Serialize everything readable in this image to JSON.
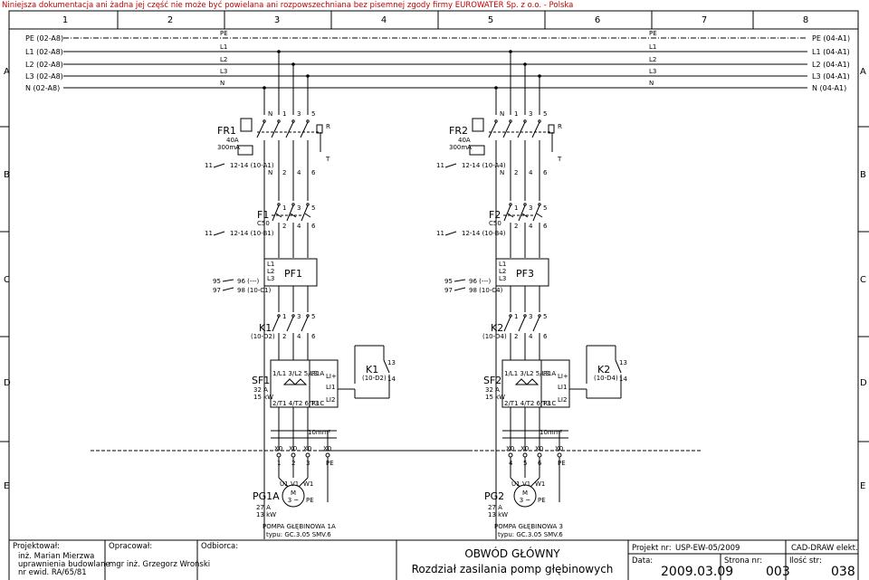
{
  "notice": "Niniejsza dokumentacja ani żadna jej część nie może być powielana ani rozpowszechniana bez pisemnej zgody firmy EUROWATER Sp. z o.o. - Polska",
  "grid": {
    "cols": [
      "1",
      "2",
      "3",
      "4",
      "5",
      "6",
      "7",
      "8"
    ],
    "rows": [
      "A",
      "B",
      "C",
      "D",
      "E"
    ]
  },
  "busbars": {
    "left_refs": [
      "PE (02-A8)",
      "L1 (02-A8)",
      "L2 (02-A8)",
      "L3 (02-A8)",
      "N (02-A8)"
    ],
    "right_refs": [
      "PE (04-A1)",
      "L1 (04-A1)",
      "L2 (04-A1)",
      "L3 (04-A1)",
      "N (04-A1)"
    ],
    "names": [
      "PE",
      "L1",
      "L2",
      "L3",
      "N"
    ]
  },
  "circuits": [
    {
      "rcd": {
        "name": "FR1",
        "rating": "40A",
        "sensitivity": "300mA",
        "aux": "12-14 (10-A1)",
        "aux_no": "11",
        "top_terms": [
          "N",
          "1",
          "3",
          "5"
        ],
        "bottom_terms": [
          "N",
          "2",
          "4",
          "6"
        ],
        "r": "R",
        "t": "T"
      },
      "mcb": {
        "name": "F1",
        "char": "C50",
        "aux": "12-14 (10-B1)",
        "aux_no": "11",
        "top_terms": [
          "1",
          "3",
          "5"
        ],
        "bottom_terms": [
          "2",
          "4",
          "6"
        ]
      },
      "relay": {
        "name": "PF1",
        "inputs": [
          "L1",
          "L2",
          "L3"
        ],
        "c95": "95",
        "c96": "96 (---)",
        "c97": "97",
        "c98": "98 (10-C1)"
      },
      "contactor": {
        "name": "K1",
        "ref": "(10-D2)",
        "top_terms": [
          "1",
          "3",
          "5"
        ],
        "bottom_terms": [
          "2",
          "4",
          "6"
        ]
      },
      "softstart": {
        "name": "SF1",
        "current": "32 A",
        "power": "15 kW",
        "top": "1/L1 3/L2 5/L3",
        "bottom": "2/T1 4/T2 6/T3",
        "r1a": "R1A",
        "r1c": "R1C",
        "li1": "LI1",
        "li2": "LI2",
        "li_plus": "LI+"
      },
      "coil": {
        "name": "K1",
        "ref": "(10-D2)",
        "t13": "13",
        "t14": "14"
      },
      "cable": "10mm²",
      "terminals": [
        {
          "x": "X0",
          "n": "1"
        },
        {
          "x": "X0",
          "n": "2"
        },
        {
          "x": "X0",
          "n": "3"
        },
        {
          "x": "X0",
          "n": "PE"
        }
      ],
      "motor": {
        "name": "PG1A",
        "current": "27 A",
        "power": "13 kW",
        "m": "M",
        "phase": "3 ~",
        "u": "U1",
        "v": "V1",
        "w": "W1",
        "pe": "PE",
        "desc": "POMPA GŁĘBINOWA 1A",
        "type": "typu: GC.3.05 SMV.6"
      }
    },
    {
      "rcd": {
        "name": "FR2",
        "rating": "40A",
        "sensitivity": "300mA",
        "aux": "12-14 (10-A4)",
        "aux_no": "11",
        "top_terms": [
          "N",
          "1",
          "3",
          "5"
        ],
        "bottom_terms": [
          "N",
          "2",
          "4",
          "6"
        ],
        "r": "R",
        "t": "T"
      },
      "mcb": {
        "name": "F2",
        "char": "C50",
        "aux": "12-14 (10-B4)",
        "aux_no": "11",
        "top_terms": [
          "1",
          "3",
          "5"
        ],
        "bottom_terms": [
          "2",
          "4",
          "6"
        ]
      },
      "relay": {
        "name": "PF3",
        "inputs": [
          "L1",
          "L2",
          "L3"
        ],
        "c95": "95",
        "c96": "96 (---)",
        "c97": "97",
        "c98": "98 (10-C4)"
      },
      "contactor": {
        "name": "K2",
        "ref": "(10-D4)",
        "top_terms": [
          "1",
          "3",
          "5"
        ],
        "bottom_terms": [
          "2",
          "4",
          "6"
        ]
      },
      "softstart": {
        "name": "SF2",
        "current": "32 A",
        "power": "15 kW",
        "top": "1/L1 3/L2 5/L3",
        "bottom": "2/T1 4/T2 6/T3",
        "r1a": "R1A",
        "r1c": "R1C",
        "li1": "LI1",
        "li2": "LI2",
        "li_plus": "LI+"
      },
      "coil": {
        "name": "K2",
        "ref": "(10-D4)",
        "t13": "13",
        "t14": "14"
      },
      "cable": "10mm²",
      "terminals": [
        {
          "x": "X0",
          "n": "4"
        },
        {
          "x": "X0",
          "n": "5"
        },
        {
          "x": "X0",
          "n": "6"
        },
        {
          "x": "X0",
          "n": "PE"
        }
      ],
      "motor": {
        "name": "PG2",
        "current": "27 A",
        "power": "13 kW",
        "m": "M",
        "phase": "3 ~",
        "u": "U1",
        "v": "V1",
        "w": "W1",
        "pe": "PE",
        "desc": "POMPA GŁĘBINOWA 3",
        "type": "typu: GC.3.05 SMV.6"
      }
    }
  ],
  "title_block": {
    "projektowal_label": "Projektował:",
    "projektowal_lines": [
      "inż. Marian Mierzwa",
      "uprawnienia budowlane",
      "nr ewid. RA/65/81"
    ],
    "opracowal_label": "Opracował:",
    "opracowal_name": "mgr inż. Grzegorz Wroński",
    "odbiorca_label": "Odbiorca:",
    "title": "OBWÓD GŁÓWNY",
    "subtitle": "Rozdział zasilania pomp głębinowych",
    "project_label": "Projekt nr:",
    "project_value": "USP-EW-05/2009",
    "date_label": "Data:",
    "date_value": "2009.03.09",
    "page_label": "Strona nr:",
    "page_value": "003",
    "software": "CAD-DRAW elekt.",
    "count_label": "Ilość str:",
    "count_value": "038"
  }
}
